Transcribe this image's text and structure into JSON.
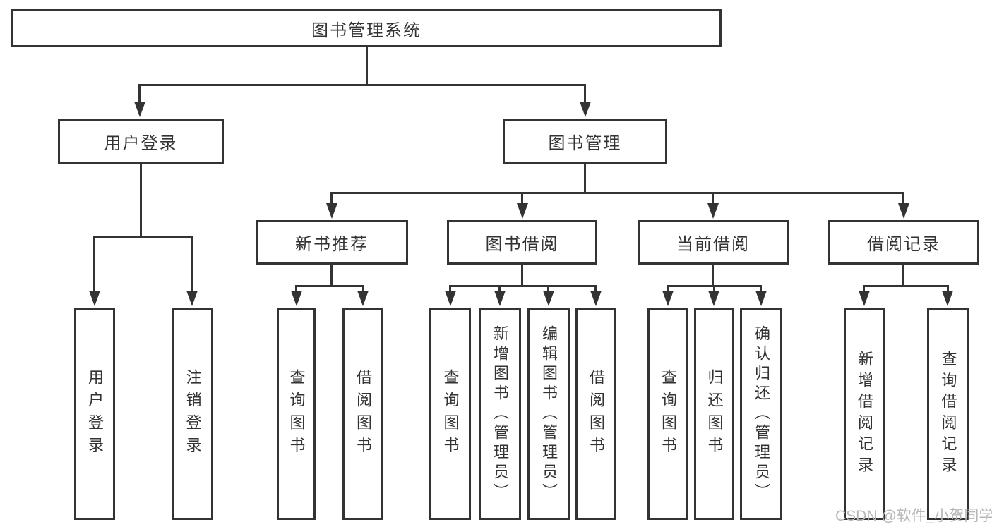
{
  "diagram": {
    "colors": {
      "line": "#333333",
      "text": "#333333",
      "background": "#ffffff",
      "watermark": "#b5b8bb"
    },
    "watermark": "CSDN @软件_小贺同学",
    "nodes": {
      "root": "图书管理系统",
      "user_login": "用户登录",
      "book_mgmt": "图书管理",
      "new_book_rec": "新书推荐",
      "book_borrow": "图书借阅",
      "current_borrow": "当前借阅",
      "borrow_records": "借阅记录",
      "ul_user_login": "用户登录",
      "ul_logout": "注销登录",
      "nb_query_book": "查询图书",
      "nb_borrow_book": "借阅图书",
      "bb_query_book": "查询图书",
      "bb_add_book": "新增图书（管理员）",
      "bb_edit_book": "编辑图书（管理员）",
      "bb_borrow_book": "借阅图书",
      "cb_query_book": "查询图书",
      "cb_return_book": "归还图书",
      "cb_confirm_return": "确认归还（管理员）",
      "br_add_record": "新增借阅记录",
      "br_query_record": "查询借阅记录"
    },
    "hierarchy": {
      "root": [
        "user_login",
        "book_mgmt"
      ],
      "user_login": [
        "ul_user_login",
        "ul_logout"
      ],
      "book_mgmt": [
        "new_book_rec",
        "book_borrow",
        "current_borrow",
        "borrow_records"
      ],
      "new_book_rec": [
        "nb_query_book",
        "nb_borrow_book"
      ],
      "book_borrow": [
        "bb_query_book",
        "bb_add_book",
        "bb_edit_book",
        "bb_borrow_book"
      ],
      "current_borrow": [
        "cb_query_book",
        "cb_return_book",
        "cb_confirm_return"
      ],
      "borrow_records": [
        "br_add_record",
        "br_query_record"
      ]
    }
  }
}
